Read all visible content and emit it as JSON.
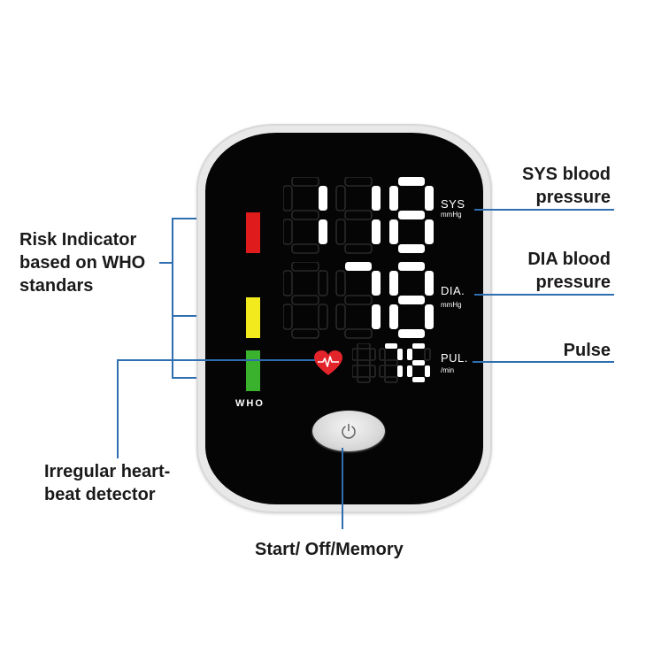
{
  "labels": {
    "sys": "SYS blood\npressure",
    "dia": "DIA blood\npressure",
    "pulse": "Pulse",
    "risk": "Risk Indicator\nbased on WHO\nstandars",
    "irregular": "Irregular heart-\nbeat detector",
    "start": "Start/ Off/Memory"
  },
  "display": {
    "sys_value": "118",
    "dia_value": "78",
    "pulse_value": "76",
    "sys_unit": "SYS",
    "sys_unit_small": "mmHg",
    "dia_unit": "DIA.",
    "dia_unit_small": "mmHg",
    "pul_unit": "PUL.",
    "pul_unit_small": "/min",
    "who": "WHO"
  },
  "colors": {
    "leader": "#2f6fb0",
    "risk_high": "#e01b1b",
    "risk_mid": "#f2ea1d",
    "risk_low": "#3bb22d",
    "heart": "#e3242b",
    "segment_on": "#ffffff",
    "segment_off": "#2a2a2a"
  },
  "icons": {
    "power": "power-icon",
    "heart": "heart-pulse-icon"
  }
}
